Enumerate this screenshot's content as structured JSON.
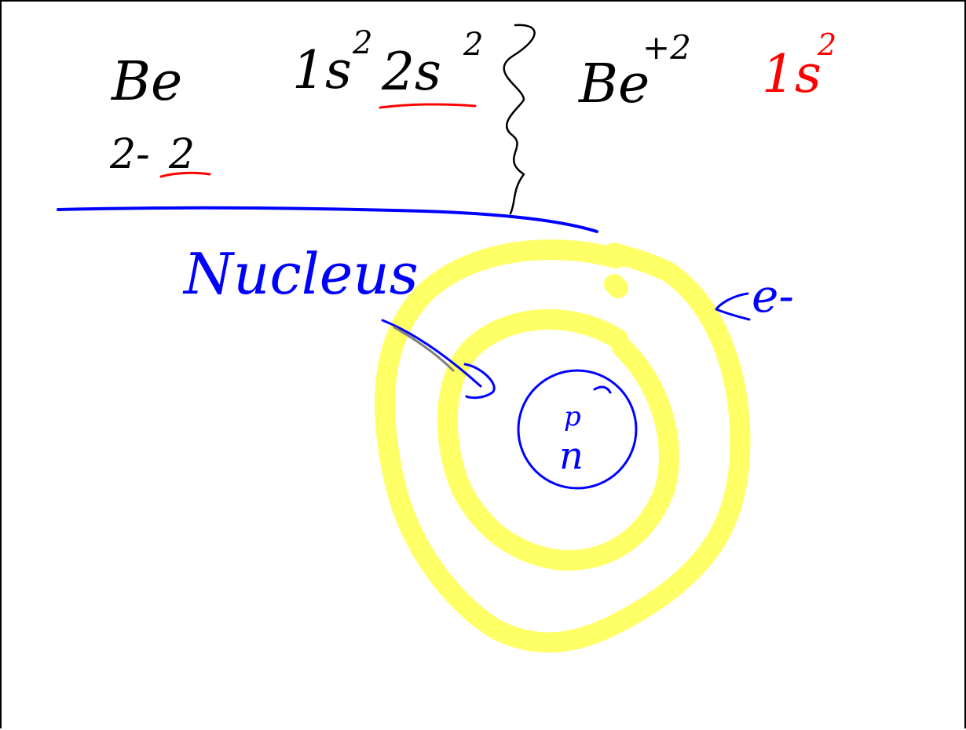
{
  "board": {
    "colors": {
      "black": "#000000",
      "red": "#ff0000",
      "blue": "#0000ff",
      "highlighter": "#ffff66",
      "gray": "#808080"
    },
    "notes": {
      "element": "Be",
      "config_1s": "1s",
      "config_1s_exp": "2",
      "config_2s": "2s",
      "config_2s_exp": "2",
      "arithmetic_left": "2-",
      "arithmetic_right": "2",
      "ion": "Be",
      "ion_charge": "+2",
      "ion_config": "1s",
      "ion_config_exp": "2"
    },
    "diagram": {
      "nucleus_label": "Nucleus",
      "electron_label": "e-",
      "proton_label": "p",
      "neutron_label": "n"
    }
  }
}
